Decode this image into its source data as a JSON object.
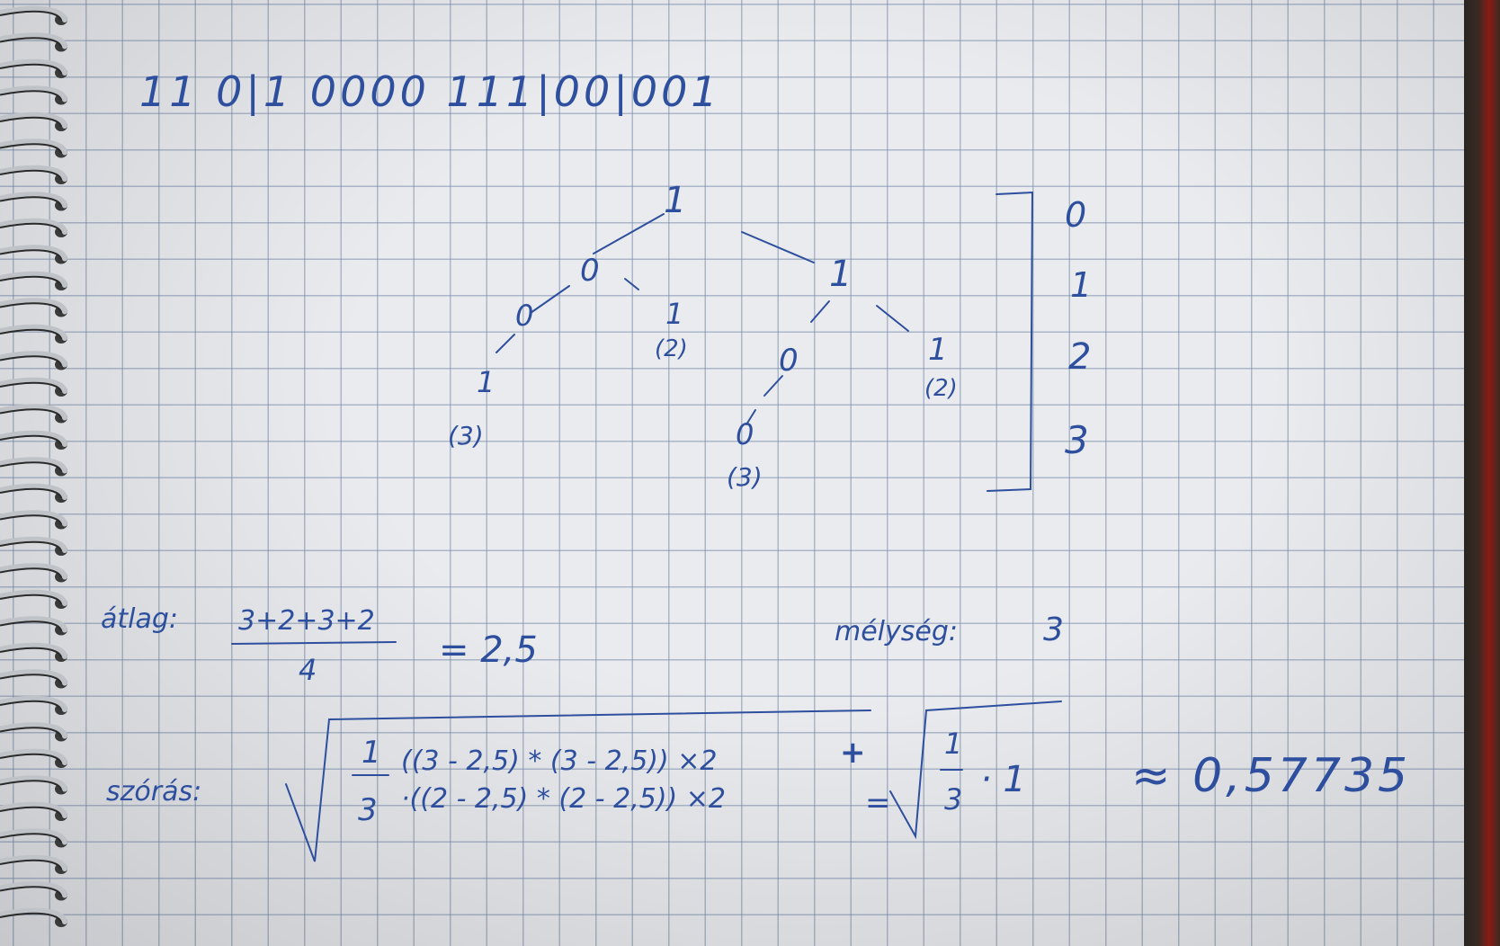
{
  "page": {
    "bit_string": "11 0|1 0000 111|00|001",
    "tree": {
      "nodes": [
        {
          "id": "root",
          "label": "1"
        },
        {
          "id": "l",
          "label": "0"
        },
        {
          "id": "ll",
          "label": "0"
        },
        {
          "id": "lr",
          "label": "1",
          "depth_note": "(2)"
        },
        {
          "id": "lll",
          "label": "1",
          "depth_note": "(3)"
        },
        {
          "id": "r",
          "label": "1"
        },
        {
          "id": "rl",
          "label": "0"
        },
        {
          "id": "rr",
          "label": "1",
          "depth_note": "(2)"
        },
        {
          "id": "rll",
          "label": "0",
          "depth_note": "(3)"
        }
      ],
      "levels": [
        "0",
        "1",
        "2",
        "3"
      ]
    },
    "average": {
      "label": "átlag:",
      "numerator": "3+2+3+2",
      "denominator": "4",
      "result": "= 2,5"
    },
    "depth": {
      "label": "mélység:",
      "value": "3"
    },
    "deviation": {
      "label": "szórás:",
      "coef_num": "1",
      "coef_den": "3",
      "row1": "((3 - 2,5) * (3 - 2,5)) ×2",
      "row2": "·((2 - 2,5) * (2 - 2,5)) ×2",
      "plus": "+",
      "equals": "=",
      "simplified_num": "1",
      "simplified_den": "3",
      "simplified_factor": "· 1",
      "approx": "≈ 0,57735"
    },
    "colors": {
      "ink": "#2e4f9e",
      "paper": "#e9ebee",
      "grid": "#7f93b3"
    }
  }
}
